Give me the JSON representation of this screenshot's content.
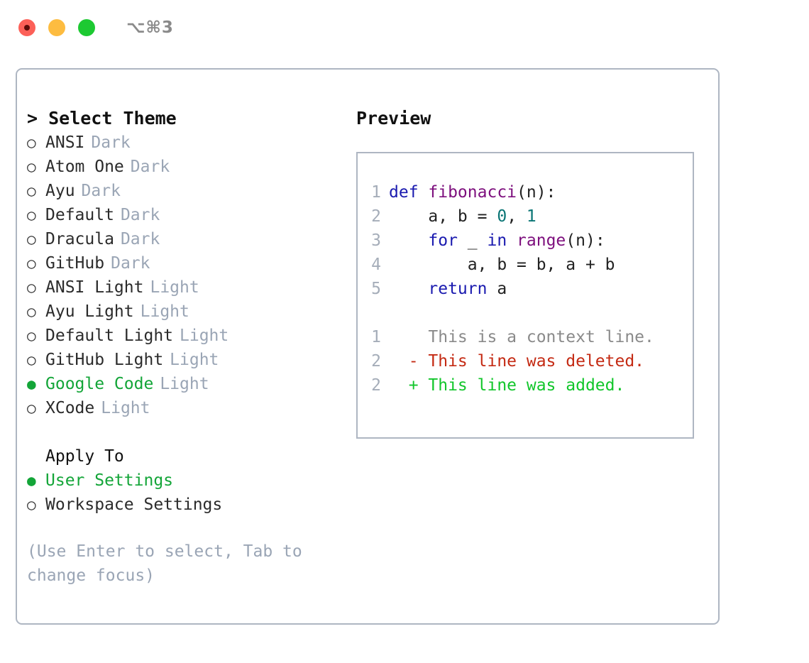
{
  "titlebar": {
    "shortcut": "⌥⌘3",
    "buttons": [
      {
        "name": "close",
        "color": "#FC6058"
      },
      {
        "name": "minimize",
        "color": "#FDBC40"
      },
      {
        "name": "maximize",
        "color": "#1DC932"
      }
    ]
  },
  "theme_picker": {
    "header": "> Select Theme",
    "bullet_off": "○",
    "bullet_on": "●",
    "items": [
      {
        "name": "ANSI",
        "tag": "Dark",
        "selected": false
      },
      {
        "name": "Atom One",
        "tag": "Dark",
        "selected": false
      },
      {
        "name": "Ayu",
        "tag": "Dark",
        "selected": false
      },
      {
        "name": "Default",
        "tag": "Dark",
        "selected": false
      },
      {
        "name": "Dracula",
        "tag": "Dark",
        "selected": false
      },
      {
        "name": "GitHub",
        "tag": "Dark",
        "selected": false
      },
      {
        "name": "ANSI Light",
        "tag": "Light",
        "selected": false
      },
      {
        "name": "Ayu Light",
        "tag": "Light",
        "selected": false
      },
      {
        "name": "Default Light",
        "tag": "Light",
        "selected": false
      },
      {
        "name": "GitHub Light",
        "tag": "Light",
        "selected": false
      },
      {
        "name": "Google Code",
        "tag": "Light",
        "selected": true
      },
      {
        "name": "XCode",
        "tag": "Light",
        "selected": false
      }
    ]
  },
  "apply_to": {
    "header": "Apply To",
    "items": [
      {
        "name": "User Settings",
        "selected": true
      },
      {
        "name": "Workspace Settings",
        "selected": false
      }
    ]
  },
  "hint": "(Use Enter to select, Tab to change focus)",
  "preview": {
    "title": "Preview",
    "code_lines": [
      {
        "number": "1",
        "tokens": [
          {
            "text": "def ",
            "type": "kw"
          },
          {
            "text": "fibonacci",
            "type": "fn"
          },
          {
            "text": "(n):",
            "type": "plain"
          }
        ]
      },
      {
        "number": "2",
        "tokens": [
          {
            "text": "    a, b = ",
            "type": "plain"
          },
          {
            "text": "0",
            "type": "num"
          },
          {
            "text": ", ",
            "type": "plain"
          },
          {
            "text": "1",
            "type": "num"
          }
        ]
      },
      {
        "number": "3",
        "tokens": [
          {
            "text": "    ",
            "type": "plain"
          },
          {
            "text": "for",
            "type": "kw"
          },
          {
            "text": " _ ",
            "type": "plain"
          },
          {
            "text": "in",
            "type": "kw"
          },
          {
            "text": " ",
            "type": "plain"
          },
          {
            "text": "range",
            "type": "fn"
          },
          {
            "text": "(n):",
            "type": "plain"
          }
        ]
      },
      {
        "number": "4",
        "tokens": [
          {
            "text": "        a, b = b, a + b",
            "type": "plain"
          }
        ]
      },
      {
        "number": "5",
        "tokens": [
          {
            "text": "    ",
            "type": "plain"
          },
          {
            "text": "return",
            "type": "kw"
          },
          {
            "text": " a",
            "type": "plain"
          }
        ]
      }
    ],
    "diff_lines": [
      {
        "number": "1",
        "marker": " ",
        "text": "This is a context line.",
        "kind": "context"
      },
      {
        "number": "2",
        "marker": "-",
        "text": "This line was deleted.",
        "kind": "deleted"
      },
      {
        "number": "2",
        "marker": "+",
        "text": "This line was added.",
        "kind": "added"
      }
    ]
  },
  "colors": {
    "accent_green": "#13A538",
    "border": "#aeb6c2",
    "muted": "#9aa5b5",
    "keyword": "#1a1aaf",
    "function": "#7d0f7d",
    "number": "#0a7575",
    "diff_context": "#8a8a8a",
    "diff_deleted": "#C42A13",
    "diff_added": "#12C62B"
  }
}
